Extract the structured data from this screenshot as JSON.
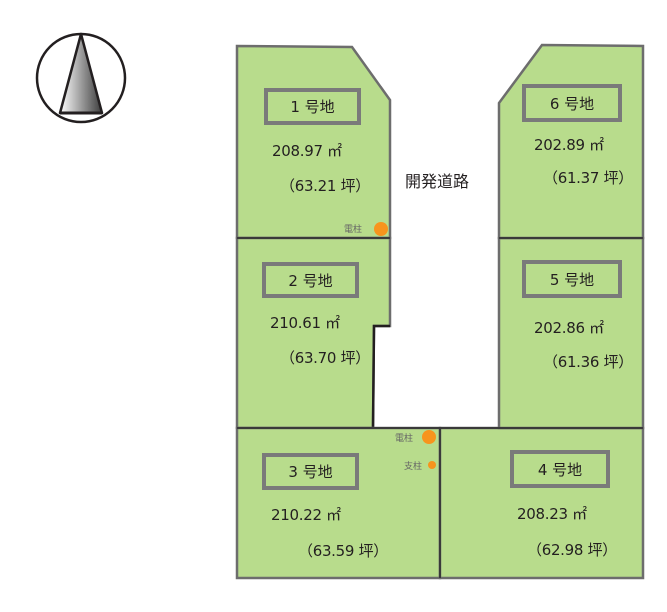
{
  "compass": {
    "icon": "north-arrow-icon"
  },
  "road": {
    "label": "開発道路"
  },
  "colors": {
    "lot_fill": "#b8dc8c",
    "lot_border": "#6d6d6d",
    "pole": "#f7941d",
    "road": "#ffffff"
  },
  "lots": [
    {
      "name": "1 号地",
      "area": "208.97 ㎡",
      "tsubo": "（63.21 坪）"
    },
    {
      "name": "2 号地",
      "area": "210.61 ㎡",
      "tsubo": "（63.70 坪）"
    },
    {
      "name": "3 号地",
      "area": "210.22 ㎡",
      "tsubo": "（63.59 坪）"
    },
    {
      "name": "4 号地",
      "area": "208.23 ㎡",
      "tsubo": "（62.98 坪）"
    },
    {
      "name": "5 号地",
      "area": "202.86 ㎡",
      "tsubo": "（61.36 坪）"
    },
    {
      "name": "6 号地",
      "area": "202.89 ㎡",
      "tsubo": "（61.37 坪）"
    }
  ],
  "poles": [
    {
      "label": "電柱",
      "type": "utility-pole"
    },
    {
      "label": "電柱",
      "type": "utility-pole"
    },
    {
      "label": "支柱",
      "type": "support-pole"
    }
  ]
}
